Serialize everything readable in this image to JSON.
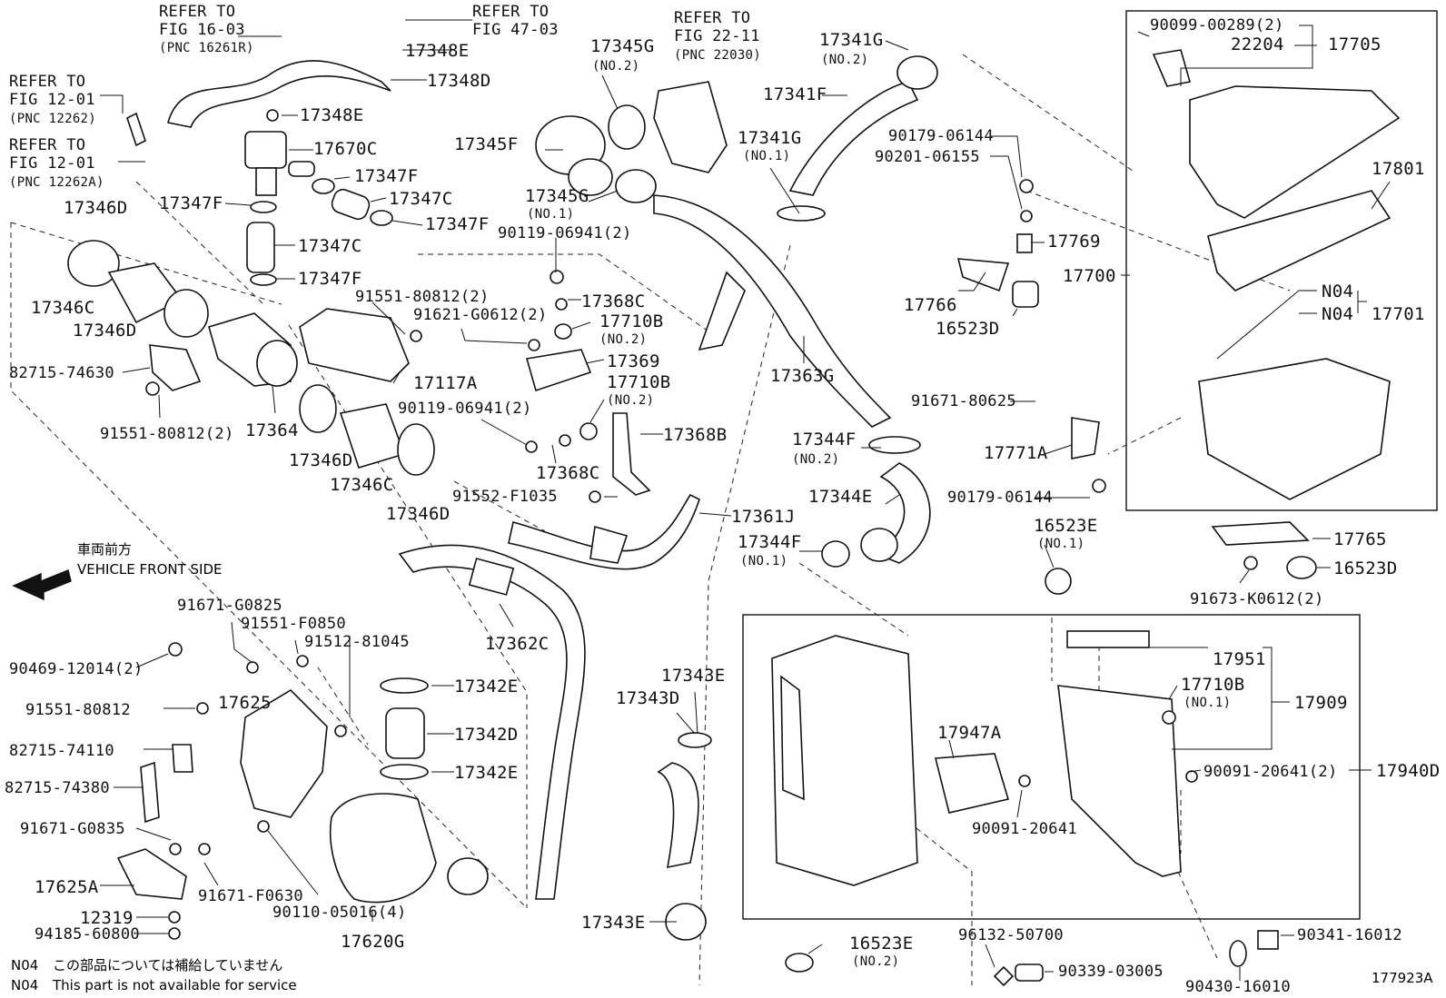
{
  "diagram": {
    "code": "177923A",
    "vehicle_front_jp": "車両前方",
    "vehicle_front_en": "VEHICLE FRONT SIDE",
    "note_code": "N04",
    "note_jp": "この部品については補給していません",
    "note_en": "This part is not available for service"
  },
  "refs": [
    {
      "id": "ref-16-03",
      "lines": [
        "REFER TO",
        "FIG 16-03",
        "(PNC 16261R)"
      ]
    },
    {
      "id": "ref-47-03",
      "lines": [
        "REFER TO",
        "FIG 47-03"
      ]
    },
    {
      "id": "ref-22-11",
      "lines": [
        "REFER TO",
        "FIG 22-11",
        "(PNC 22030)"
      ]
    },
    {
      "id": "ref-12-01a",
      "lines": [
        "REFER TO",
        "FIG 12-01",
        "(PNC 12262)"
      ]
    },
    {
      "id": "ref-12-01b",
      "lines": [
        "REFER TO",
        "FIG 12-01",
        "(PNC 12262A)"
      ]
    }
  ],
  "labels": [
    {
      "id": "p17348E-a",
      "text": "17348E"
    },
    {
      "id": "p17348D",
      "text": "17348D"
    },
    {
      "id": "p17348E-b",
      "text": "17348E"
    },
    {
      "id": "p17670C",
      "text": "17670C"
    },
    {
      "id": "p17347F-a",
      "text": "17347F"
    },
    {
      "id": "p17347F-b",
      "text": "17347F"
    },
    {
      "id": "p17347C-a",
      "text": "17347C"
    },
    {
      "id": "p17347F-c",
      "text": "17347F"
    },
    {
      "id": "p17347C-b",
      "text": "17347C"
    },
    {
      "id": "p17347F-d",
      "text": "17347F"
    },
    {
      "id": "p17346D-a",
      "text": "17346D"
    },
    {
      "id": "p17346C-a",
      "text": "17346C"
    },
    {
      "id": "p17346D-b",
      "text": "17346D"
    },
    {
      "id": "p82715-74630",
      "text": "82715-74630"
    },
    {
      "id": "p91551-80812-2a",
      "text": "91551-80812(2)"
    },
    {
      "id": "p17364",
      "text": "17364"
    },
    {
      "id": "p17346D-c",
      "text": "17346D"
    },
    {
      "id": "p17346C-b",
      "text": "17346C"
    },
    {
      "id": "p17346D-d",
      "text": "17346D"
    },
    {
      "id": "p91551-80812-2b",
      "text": "91551-80812(2)"
    },
    {
      "id": "p91621-G0612",
      "text": "91621-G0612(2)"
    },
    {
      "id": "p17117A",
      "text": "17117A"
    },
    {
      "id": "p17345G-a",
      "text": "17345G"
    },
    {
      "id": "p17345G-a-sub",
      "text": "(NO.2)"
    },
    {
      "id": "p17345F",
      "text": "17345F"
    },
    {
      "id": "p17345G-b",
      "text": "17345G"
    },
    {
      "id": "p17345G-b-sub",
      "text": "(NO.1)"
    },
    {
      "id": "p90119-06941-a",
      "text": "90119-06941(2)"
    },
    {
      "id": "p17368C-a",
      "text": "17368C"
    },
    {
      "id": "p17710B-a",
      "text": "17710B"
    },
    {
      "id": "p17710B-a-sub",
      "text": "(NO.2)"
    },
    {
      "id": "p17369",
      "text": "17369"
    },
    {
      "id": "p17710B-b",
      "text": "17710B"
    },
    {
      "id": "p17710B-b-sub",
      "text": "(NO.2)"
    },
    {
      "id": "p90119-06941-b",
      "text": "90119-06941(2)"
    },
    {
      "id": "p17368B",
      "text": "17368B"
    },
    {
      "id": "p17368C-b",
      "text": "17368C"
    },
    {
      "id": "p91552-F1035",
      "text": "91552-F1035"
    },
    {
      "id": "p17361J",
      "text": "17361J"
    },
    {
      "id": "p17341G-a",
      "text": "17341G"
    },
    {
      "id": "p17341G-a-sub",
      "text": "(NO.2)"
    },
    {
      "id": "p17341F",
      "text": "17341F"
    },
    {
      "id": "p17341G-b",
      "text": "17341G"
    },
    {
      "id": "p17341G-b-sub",
      "text": "(NO.1)"
    },
    {
      "id": "p17363G",
      "text": "17363G"
    },
    {
      "id": "p17344F-a",
      "text": "17344F"
    },
    {
      "id": "p17344F-a-sub",
      "text": "(NO.2)"
    },
    {
      "id": "p17344E",
      "text": "17344E"
    },
    {
      "id": "p17344F-b",
      "text": "17344F"
    },
    {
      "id": "p17344F-b-sub",
      "text": "(NO.1)"
    },
    {
      "id": "p90179-06144-a",
      "text": "90179-06144"
    },
    {
      "id": "p90201-06155",
      "text": "90201-06155"
    },
    {
      "id": "p17769",
      "text": "17769"
    },
    {
      "id": "p17766",
      "text": "17766"
    },
    {
      "id": "p16523D-a",
      "text": "16523D"
    },
    {
      "id": "p91671-80625",
      "text": "91671-80625"
    },
    {
      "id": "p17771A",
      "text": "17771A"
    },
    {
      "id": "p90179-06144-b",
      "text": "90179-06144"
    },
    {
      "id": "p16523E-a",
      "text": "16523E"
    },
    {
      "id": "p16523E-a-sub",
      "text": "(NO.1)"
    },
    {
      "id": "p90099-00289",
      "text": "90099-00289(2)"
    },
    {
      "id": "p22204",
      "text": "22204"
    },
    {
      "id": "p17705",
      "text": "17705"
    },
    {
      "id": "p17801",
      "text": "17801"
    },
    {
      "id": "p17700",
      "text": "17700"
    },
    {
      "id": "pN04-a",
      "text": "N04"
    },
    {
      "id": "pN04-b",
      "text": "N04"
    },
    {
      "id": "p17701",
      "text": "17701"
    },
    {
      "id": "p17765",
      "text": "17765"
    },
    {
      "id": "p16523D-b",
      "text": "16523D"
    },
    {
      "id": "p91673-K0612",
      "text": "91673-K0612(2)"
    },
    {
      "id": "p91671-G0825",
      "text": "91671-G0825"
    },
    {
      "id": "p91551-F0850",
      "text": "91551-F0850"
    },
    {
      "id": "p91512-81045",
      "text": "91512-81045"
    },
    {
      "id": "p90469-12014",
      "text": "90469-12014(2)"
    },
    {
      "id": "p17625",
      "text": "17625"
    },
    {
      "id": "p91551-80812",
      "text": "91551-80812"
    },
    {
      "id": "p82715-74110",
      "text": "82715-74110"
    },
    {
      "id": "p82715-74380",
      "text": "82715-74380"
    },
    {
      "id": "p91671-G0835",
      "text": "91671-G0835"
    },
    {
      "id": "p17625A",
      "text": "17625A"
    },
    {
      "id": "p91671-F0630",
      "text": "91671-F0630"
    },
    {
      "id": "p12319",
      "text": "12319"
    },
    {
      "id": "p94185-60800",
      "text": "94185-60800"
    },
    {
      "id": "p90110-05016",
      "text": "90110-05016(4)"
    },
    {
      "id": "p17620G",
      "text": "17620G"
    },
    {
      "id": "p17362C",
      "text": "17362C"
    },
    {
      "id": "p17342E-a",
      "text": "17342E"
    },
    {
      "id": "p17342D",
      "text": "17342D"
    },
    {
      "id": "p17342E-b",
      "text": "17342E"
    },
    {
      "id": "p17343D",
      "text": "17343D"
    },
    {
      "id": "p17343E-a",
      "text": "17343E"
    },
    {
      "id": "p17343E-b",
      "text": "17343E"
    },
    {
      "id": "p17951",
      "text": "17951"
    },
    {
      "id": "p17710B-c",
      "text": "17710B"
    },
    {
      "id": "p17710B-c-sub",
      "text": "(NO.1)"
    },
    {
      "id": "p17909",
      "text": "17909"
    },
    {
      "id": "p17947A",
      "text": "17947A"
    },
    {
      "id": "p90091-20641-2",
      "text": "90091-20641(2)"
    },
    {
      "id": "p17940D",
      "text": "17940D"
    },
    {
      "id": "p90091-20641",
      "text": "90091-20641"
    },
    {
      "id": "p16523E-b",
      "text": "16523E"
    },
    {
      "id": "p16523E-b-sub",
      "text": "(NO.2)"
    },
    {
      "id": "p96132-50700",
      "text": "96132-50700"
    },
    {
      "id": "p90339-03005",
      "text": "90339-03005"
    },
    {
      "id": "p90341-16012",
      "text": "90341-16012"
    },
    {
      "id": "p90430-16010",
      "text": "90430-16010"
    }
  ]
}
